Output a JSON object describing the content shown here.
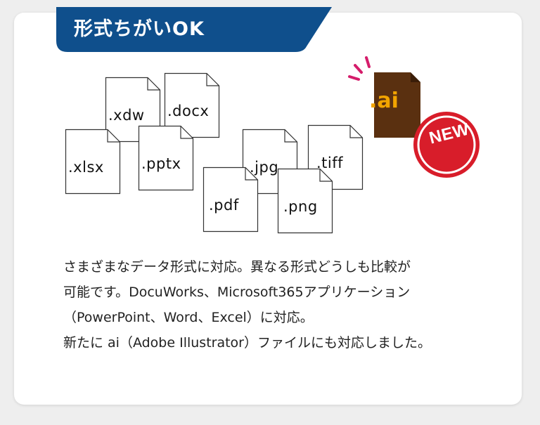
{
  "header": {
    "title": "形式ちがいOK",
    "color": "#0f4f8c"
  },
  "file_types": [
    ".xdw",
    ".docx",
    ".xlsx",
    ".pptx",
    ".jpg",
    ".tiff",
    ".pdf",
    ".png"
  ],
  "ai_icon": {
    "label": ".ai",
    "badge": "NEW",
    "badge_color": "#d81d2a",
    "icon_color": "#5a3010",
    "label_color": "#f2a400"
  },
  "description": {
    "lines": [
      "さまざまなデータ形式に対応。異なる形式どうしも比較が",
      "可能です。DocuWorks、Microsoft365アプリケーション",
      "（PowerPoint、Word、Excel）に対応。",
      "新たに ai（Adobe Illustrator）ファイルにも対応しました。"
    ]
  }
}
